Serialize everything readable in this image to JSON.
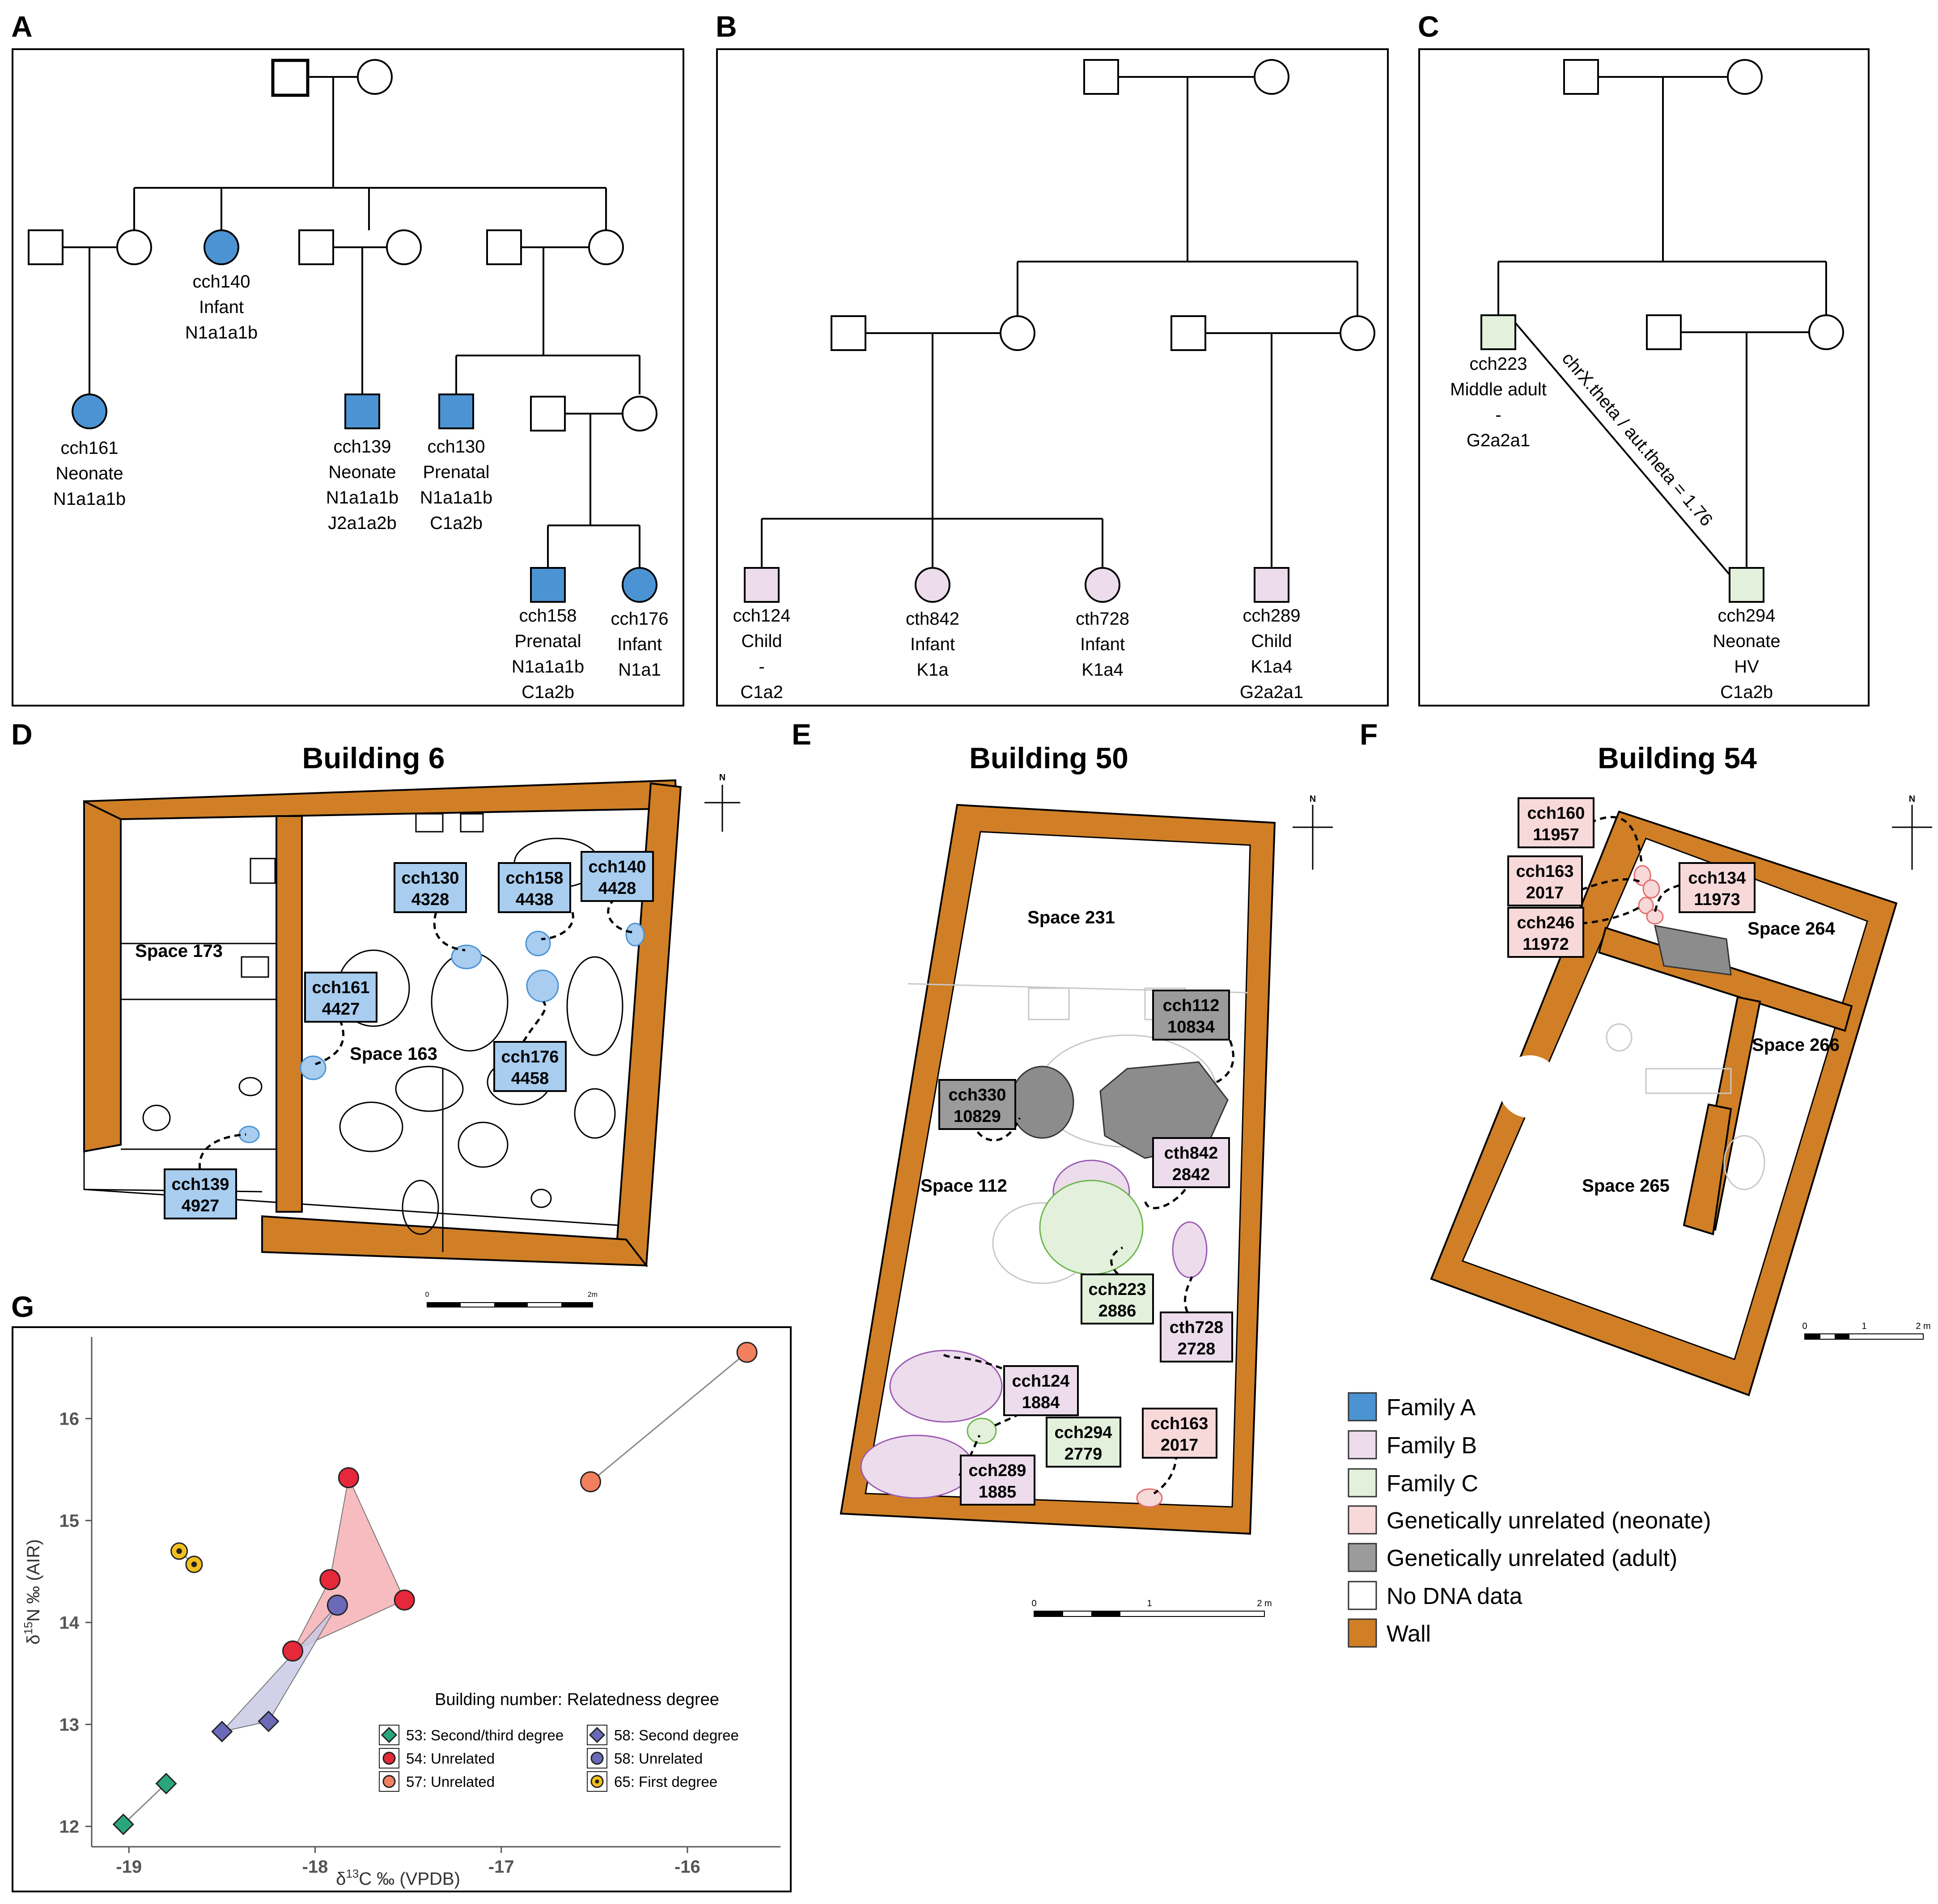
{
  "colors": {
    "family_a": "#4b93d3",
    "family_a_light": "#a8cdef",
    "family_b": "#ecdcec",
    "family_c": "#e3f1dc",
    "neonate_unrelated": "#f8d9d9",
    "adult_unrelated": "#9b9b9b",
    "wall": "#d07f26",
    "hull_red": "#f6b5b8",
    "hull_purple": "#c9c9e6",
    "pt_green": "#2aa67f",
    "pt_red": "#e5283a",
    "pt_orange": "#f27f5e",
    "pt_purple": "#6a6ab9",
    "pt_yellow": "#f2c01e"
  },
  "panels": {
    "A": "A",
    "B": "B",
    "C": "C",
    "D": "D",
    "E": "E",
    "F": "F",
    "G": "G"
  },
  "pedigreeA": {
    "p1": [
      "cch140",
      "Infant",
      "N1a1a1b"
    ],
    "p2": [
      "cch161",
      "Neonate",
      "N1a1a1b"
    ],
    "p3": [
      "cch139",
      "Neonate",
      "N1a1a1b",
      "J2a1a2b"
    ],
    "p4": [
      "cch130",
      "Prenatal",
      "N1a1a1b",
      "C1a2b"
    ],
    "p5": [
      "cch158",
      "Prenatal",
      "N1a1a1b",
      "C1a2b"
    ],
    "p6": [
      "cch176",
      "Infant",
      "N1a1"
    ]
  },
  "pedigreeB": {
    "p1": [
      "cch124",
      "Child",
      "-",
      "C1a2"
    ],
    "p2": [
      "cth842",
      "Infant",
      "K1a"
    ],
    "p3": [
      "cth728",
      "Infant",
      "K1a4"
    ],
    "p4": [
      "cch289",
      "Child",
      "K1a4",
      "G2a2a1"
    ]
  },
  "pedigreeC": {
    "p1": [
      "cch223",
      "Middle adult",
      "-",
      "G2a2a1"
    ],
    "p2": [
      "cch294",
      "Neonate",
      "HV",
      "C1a2b"
    ],
    "ratio": "chrX.theta / aut.theta = 1.76"
  },
  "buildingD": {
    "title": "Building 6",
    "spaces": [
      "Space 173",
      "Space 163"
    ],
    "labels": [
      [
        "cch130",
        "4328"
      ],
      [
        "cch158",
        "4438"
      ],
      [
        "cch140",
        "4428"
      ],
      [
        "cch161",
        "4427"
      ],
      [
        "cch176",
        "4458"
      ],
      [
        "cch139",
        "4927"
      ]
    ],
    "scale": [
      "0",
      "2m"
    ]
  },
  "buildingE": {
    "title": "Building 50",
    "spaces": [
      "Space 231",
      "Space 112"
    ],
    "labels": [
      [
        "cch112",
        "10834"
      ],
      [
        "cch330",
        "10829"
      ],
      [
        "cth842",
        "2842"
      ],
      [
        "cch223",
        "2886"
      ],
      [
        "cth728",
        "2728"
      ],
      [
        "cch124",
        "1884"
      ],
      [
        "cch294",
        "2779"
      ],
      [
        "cch163",
        "2017"
      ],
      [
        "cch289",
        "1885"
      ]
    ],
    "scale": [
      "0",
      "1",
      "2 m"
    ]
  },
  "buildingF": {
    "title": "Building 54",
    "spaces": [
      "Space 264",
      "Space 266",
      "Space 265"
    ],
    "labels": [
      [
        "cch160",
        "11957"
      ],
      [
        "cch163",
        "2017"
      ],
      [
        "cch134",
        "11973"
      ],
      [
        "cch246",
        "11972"
      ]
    ],
    "scale": [
      "0",
      "1",
      "2 m"
    ]
  },
  "north": "N",
  "legend": [
    "Family A",
    "Family B",
    "Family C",
    "Genetically unrelated (neonate)",
    "Genetically unrelated (adult)",
    "No DNA data",
    "Wall"
  ],
  "chart_data": {
    "type": "scatter",
    "xlabel_main": "δ",
    "xlabel_sup": "13",
    "xlabel_rest": "C ‰ (VPDB)",
    "ylabel_main": "δ",
    "ylabel_sup": "15",
    "ylabel_rest": "N ‰ (AIR)",
    "xlim": [
      -19.2,
      -15.5
    ],
    "ylim": [
      11.8,
      16.8
    ],
    "xticks": [
      -19,
      -18,
      -17,
      -16
    ],
    "yticks": [
      12,
      13,
      14,
      15,
      16
    ],
    "legend_title": "Building number: Relatedness degree",
    "series": [
      {
        "name": "53: Second/third degree",
        "marker": "diamond",
        "color": "#2aa67f",
        "points": [
          [
            -19.03,
            12.02
          ],
          [
            -18.8,
            12.42
          ]
        ]
      },
      {
        "name": "54: Unrelated",
        "marker": "circle",
        "color": "#e5283a",
        "points": [
          [
            -17.82,
            15.42
          ],
          [
            -17.92,
            14.42
          ],
          [
            -17.52,
            14.22
          ],
          [
            -18.12,
            13.72
          ]
        ]
      },
      {
        "name": "57: Unrelated",
        "marker": "circle",
        "color": "#f27f5e",
        "points": [
          [
            -16.52,
            15.38
          ],
          [
            -15.68,
            16.65
          ]
        ]
      },
      {
        "name": "58: Second degree",
        "marker": "diamond",
        "color": "#6a6ab9",
        "points": [
          [
            -18.5,
            12.93
          ],
          [
            -18.25,
            13.03
          ]
        ]
      },
      {
        "name": "58: Unrelated",
        "marker": "circle",
        "color": "#6a6ab9",
        "points": [
          [
            -17.88,
            14.17
          ]
        ]
      },
      {
        "name": "65: First degree",
        "marker": "dotcircle",
        "color": "#f2c01e",
        "points": [
          [
            -18.73,
            14.7
          ],
          [
            -18.65,
            14.57
          ]
        ]
      }
    ]
  }
}
